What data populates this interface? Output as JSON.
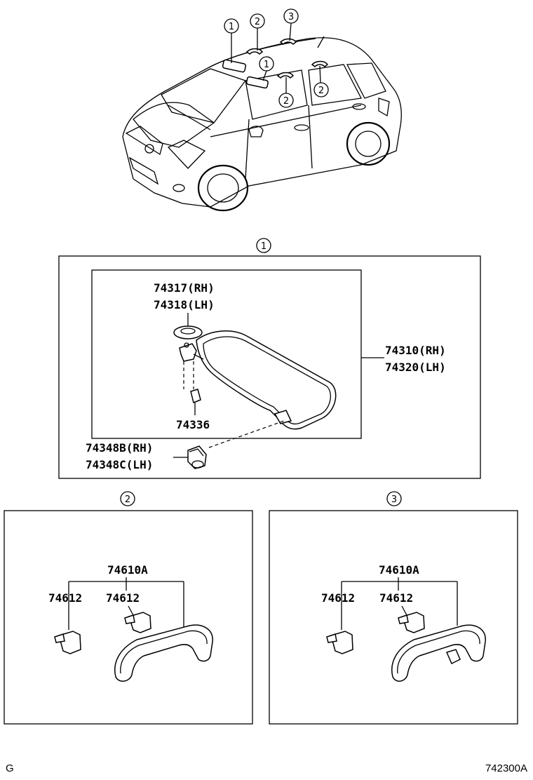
{
  "callouts": {
    "c1": "1",
    "c2": "2",
    "c3": "3"
  },
  "panel1": {
    "mount_rh": "74317(RH)",
    "mount_lh": "74318(LH)",
    "visor_rh": "74310(RH)",
    "visor_lh": "74320(LH)",
    "clip": "74336",
    "holder_rh": "74348B(RH)",
    "holder_lh": "74348C(LH)"
  },
  "panel2": {
    "grip": "74610A",
    "cap_left": "74612",
    "cap_right": "74612"
  },
  "panel3": {
    "grip": "74610A",
    "cap_left": "74612",
    "cap_right": "74612"
  },
  "footer": {
    "left_code": "G",
    "figure_number": "742300A"
  }
}
